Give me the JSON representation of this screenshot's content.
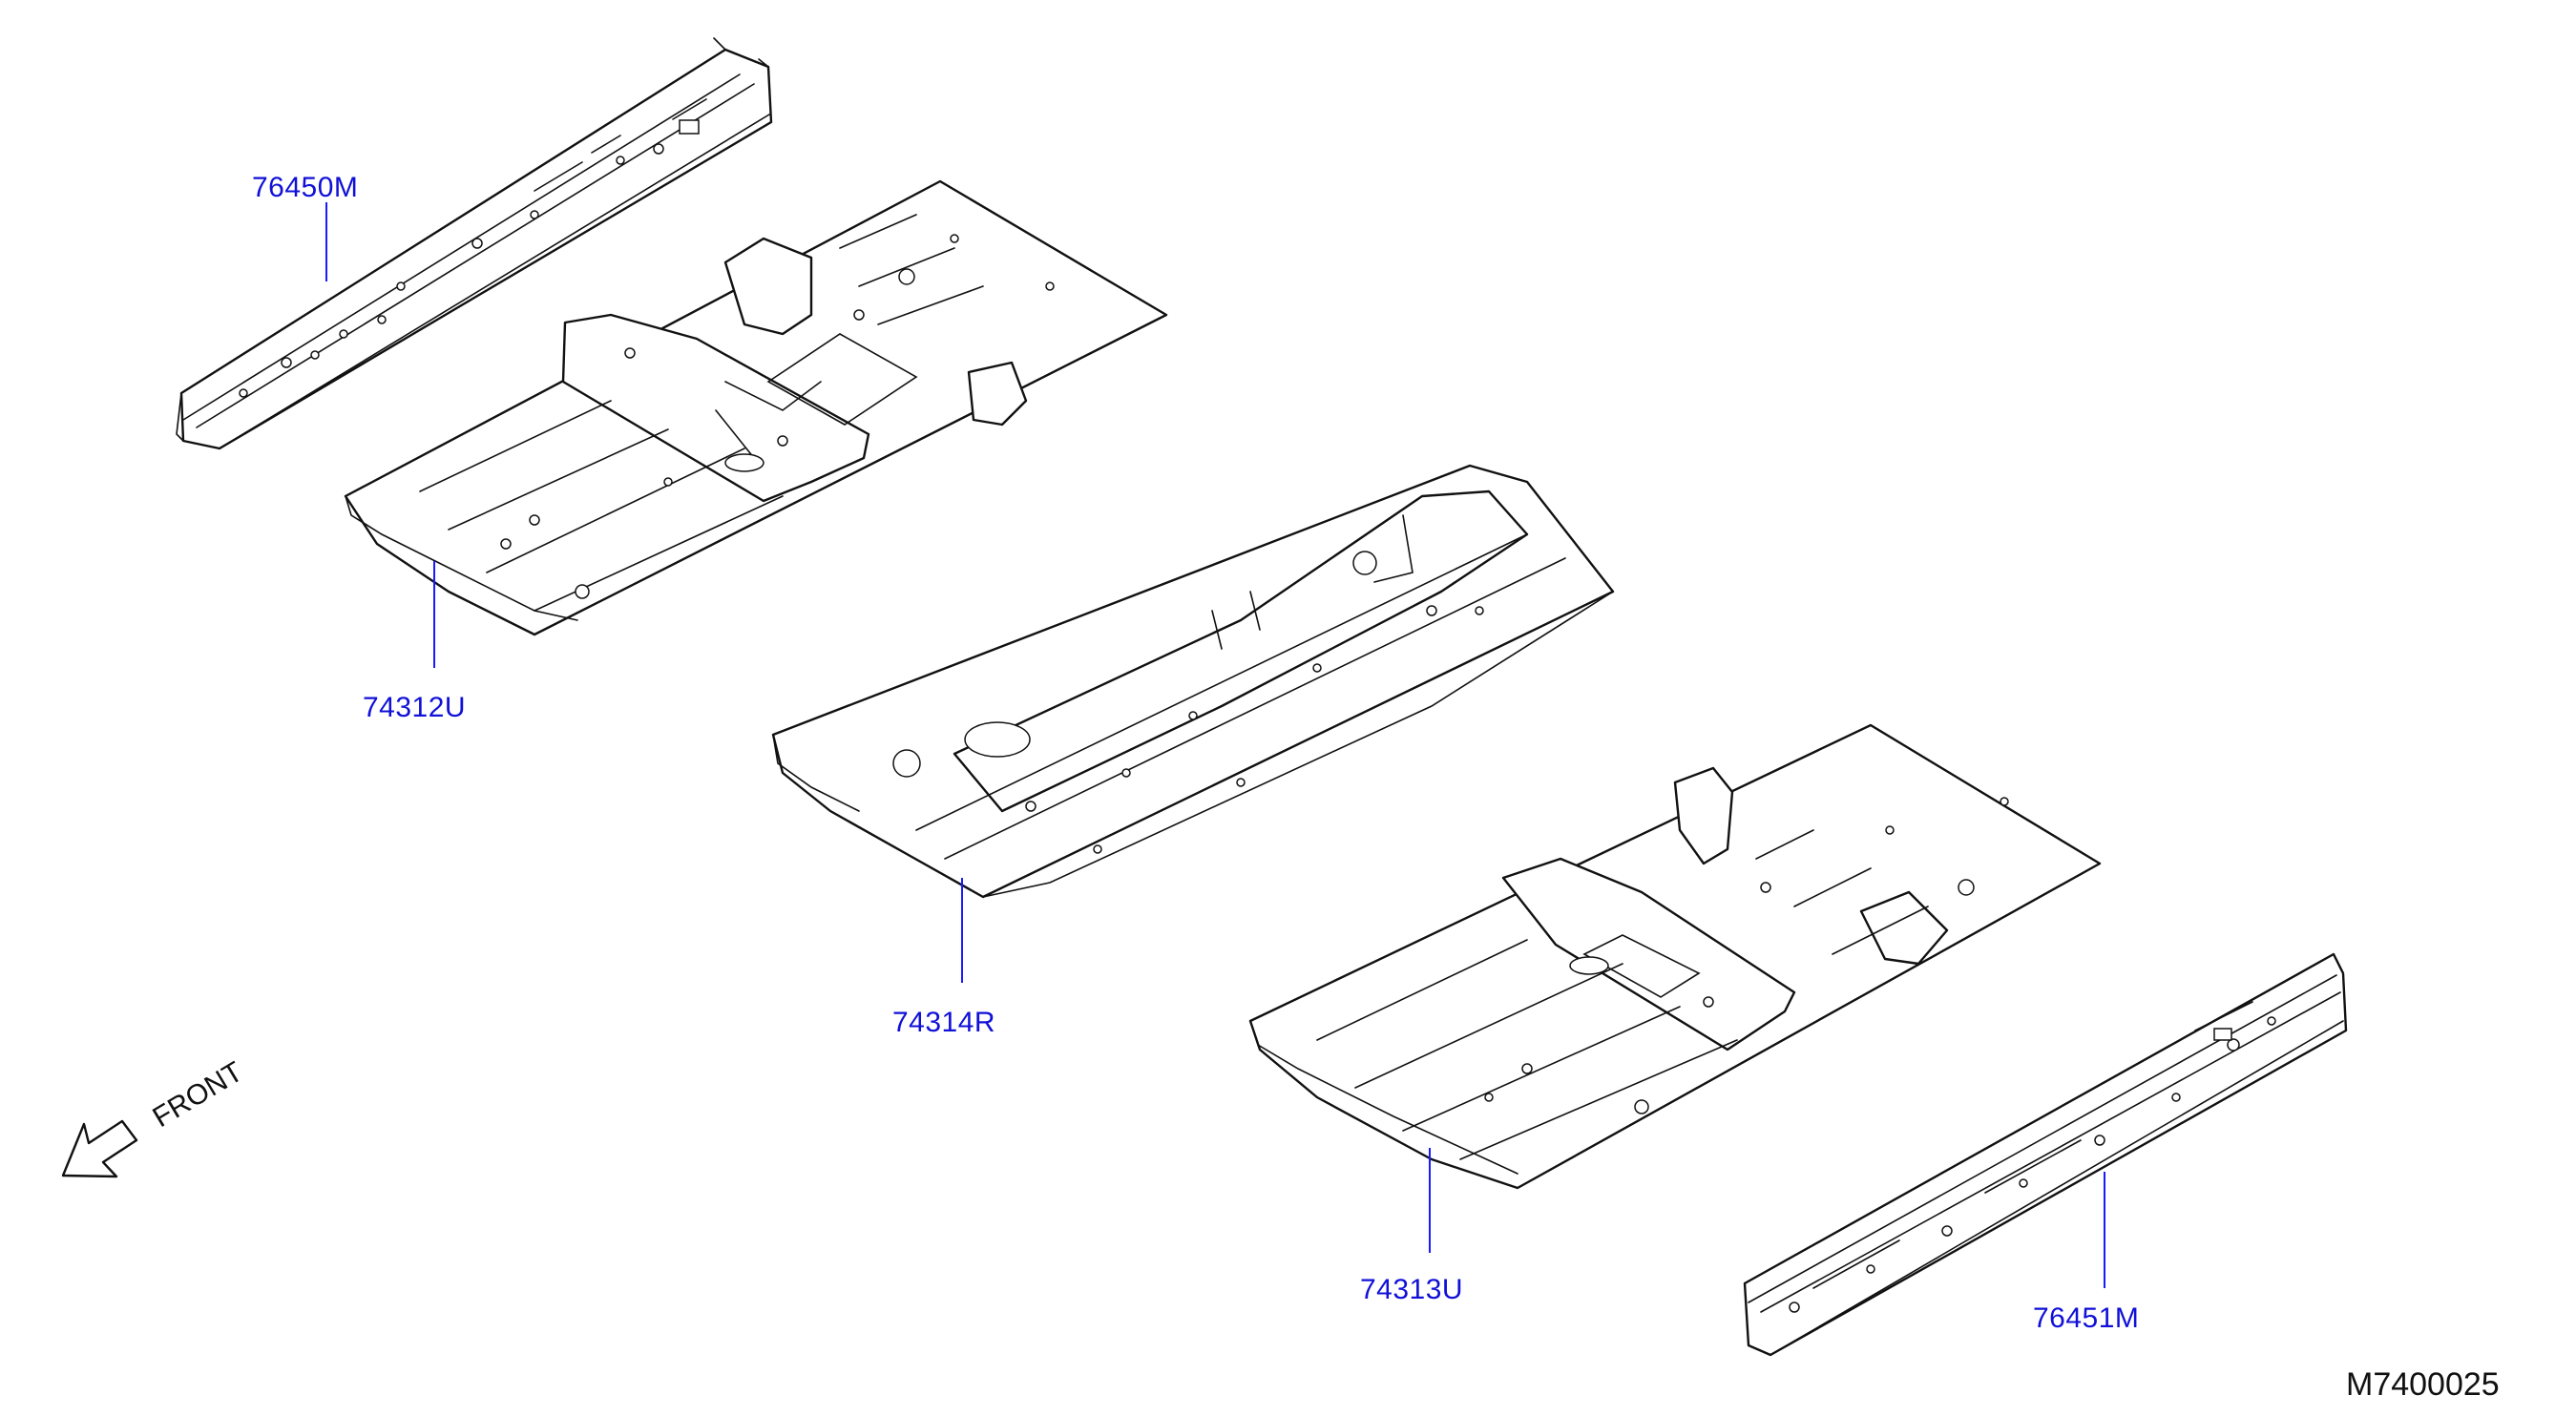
{
  "diagram_id": "M7400025",
  "front_label": "FRONT",
  "parts": [
    {
      "part_number": "76450M"
    },
    {
      "part_number": "74312U"
    },
    {
      "part_number": "74314R"
    },
    {
      "part_number": "74313U"
    },
    {
      "part_number": "76451M"
    }
  ]
}
